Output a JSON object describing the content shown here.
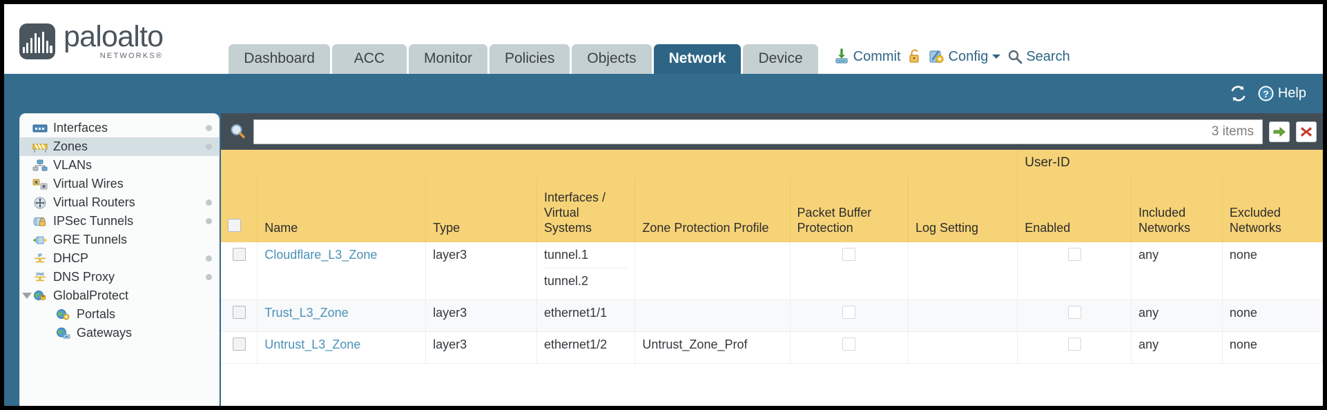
{
  "brand": {
    "name": "paloalto",
    "tagline": "NETWORKS®",
    "logo_icon": "waveform-logo-icon",
    "logo_color": "#4a555e"
  },
  "nav": {
    "tabs": [
      {
        "label": "Dashboard",
        "active": false
      },
      {
        "label": "ACC",
        "active": false
      },
      {
        "label": "Monitor",
        "active": false
      },
      {
        "label": "Policies",
        "active": false
      },
      {
        "label": "Objects",
        "active": false
      },
      {
        "label": "Network",
        "active": true
      },
      {
        "label": "Device",
        "active": false
      }
    ],
    "active_tab": "Network",
    "active_color": "#2e6585",
    "inactive_color": "#c5d0d3"
  },
  "topactions": {
    "commit_label": "Commit",
    "commit_icon": "commit-download-icon",
    "lock_icon": "padlock-icon",
    "config_label": "Config",
    "config_icon": "config-wrench-icon",
    "config_caret_icon": "chevron-down-icon",
    "search_label": "Search",
    "search_icon": "search-magnifier-icon"
  },
  "bluebar": {
    "refresh_icon": "refresh-icon",
    "help_label": "Help",
    "help_icon": "help-question-icon",
    "background": "#336c8d"
  },
  "sidebar": {
    "items": [
      {
        "label": "Interfaces",
        "icon": "interfaces-icon",
        "selected": false,
        "dot": true,
        "child": false,
        "caret": false
      },
      {
        "label": "Zones",
        "icon": "zones-barrier-icon",
        "selected": true,
        "dot": true,
        "child": false,
        "caret": false
      },
      {
        "label": "VLANs",
        "icon": "vlans-icon",
        "selected": false,
        "dot": false,
        "child": false,
        "caret": false
      },
      {
        "label": "Virtual Wires",
        "icon": "virtual-wires-icon",
        "selected": false,
        "dot": false,
        "child": false,
        "caret": false
      },
      {
        "label": "Virtual Routers",
        "icon": "virtual-routers-icon",
        "selected": false,
        "dot": true,
        "child": false,
        "caret": false
      },
      {
        "label": "IPSec Tunnels",
        "icon": "ipsec-tunnels-icon",
        "selected": false,
        "dot": true,
        "child": false,
        "caret": false
      },
      {
        "label": "GRE Tunnels",
        "icon": "gre-tunnels-icon",
        "selected": false,
        "dot": false,
        "child": false,
        "caret": false
      },
      {
        "label": "DHCP",
        "icon": "dhcp-icon",
        "selected": false,
        "dot": true,
        "child": false,
        "caret": false
      },
      {
        "label": "DNS Proxy",
        "icon": "dns-proxy-icon",
        "selected": false,
        "dot": true,
        "child": false,
        "caret": false
      },
      {
        "label": "GlobalProtect",
        "icon": "globalprotect-icon",
        "selected": false,
        "dot": false,
        "child": false,
        "caret": true
      },
      {
        "label": "Portals",
        "icon": "portals-icon",
        "selected": false,
        "dot": false,
        "child": true,
        "caret": false
      },
      {
        "label": "Gateways",
        "icon": "gateways-icon",
        "selected": false,
        "dot": false,
        "child": true,
        "caret": false
      }
    ],
    "selected_item": "Zones"
  },
  "filterbar": {
    "search_icon": "search-magnifier-icon",
    "query_value": "",
    "placeholder": "",
    "item_count": "3 items",
    "apply_icon": "green-arrow-apply-icon",
    "clear_icon": "red-x-clear-icon"
  },
  "table": {
    "group_header": {
      "label": "User-ID",
      "span": 3,
      "color": "#ddad46"
    },
    "header_color": "#f6d377",
    "columns": [
      {
        "key": "checkbox",
        "label": ""
      },
      {
        "key": "name",
        "label": "Name"
      },
      {
        "key": "type",
        "label": "Type"
      },
      {
        "key": "interfaces",
        "label": "Interfaces / Virtual Systems"
      },
      {
        "key": "zpp",
        "label": "Zone Protection Profile"
      },
      {
        "key": "pbp",
        "label": "Packet Buffer Protection"
      },
      {
        "key": "log",
        "label": "Log Setting"
      },
      {
        "key": "enabled",
        "label": "Enabled"
      },
      {
        "key": "included",
        "label": "Included Networks"
      },
      {
        "key": "excluded",
        "label": "Excluded Networks"
      }
    ],
    "rows": [
      {
        "selected": false,
        "name": "Cloudflare_L3_Zone",
        "type": "layer3",
        "interfaces": [
          "tunnel.1",
          "tunnel.2"
        ],
        "zone_protection_profile": "",
        "packet_buffer_protection": false,
        "log_setting": "",
        "userid_enabled": false,
        "included_networks": "any",
        "excluded_networks": "none"
      },
      {
        "selected": false,
        "name": "Trust_L3_Zone",
        "type": "layer3",
        "interfaces": [
          "ethernet1/1"
        ],
        "zone_protection_profile": "",
        "packet_buffer_protection": false,
        "log_setting": "",
        "userid_enabled": false,
        "included_networks": "any",
        "excluded_networks": "none"
      },
      {
        "selected": false,
        "name": "Untrust_L3_Zone",
        "type": "layer3",
        "interfaces": [
          "ethernet1/2"
        ],
        "zone_protection_profile": "Untrust_Zone_Prof",
        "packet_buffer_protection": false,
        "log_setting": "",
        "userid_enabled": false,
        "included_networks": "any",
        "excluded_networks": "none"
      }
    ]
  }
}
